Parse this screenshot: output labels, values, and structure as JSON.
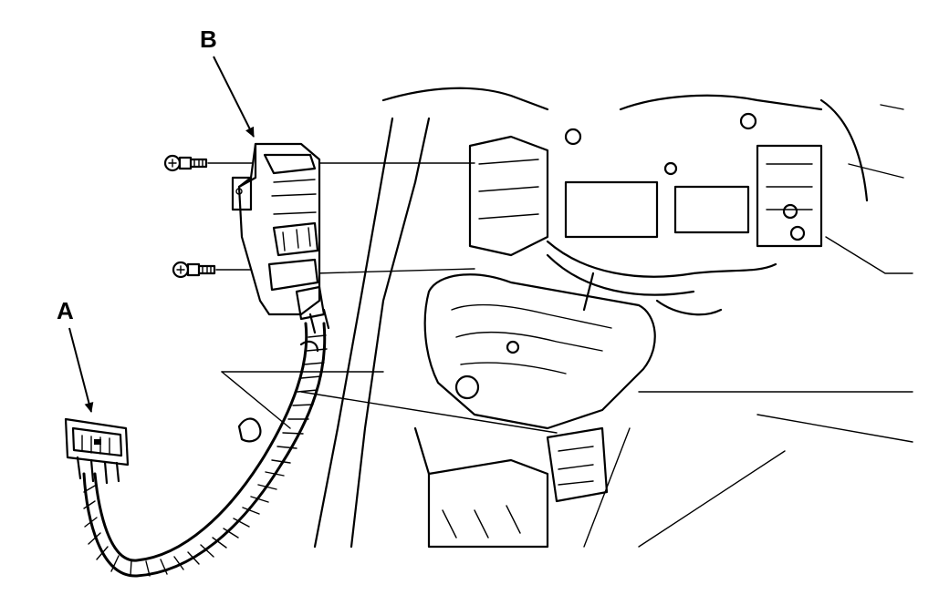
{
  "figure": {
    "callouts": [
      {
        "id": "A",
        "label": "A",
        "target": "connector"
      },
      {
        "id": "B",
        "label": "B",
        "target": "module"
      }
    ],
    "colors": {
      "ink": "#000000",
      "background": "#ffffff"
    }
  }
}
